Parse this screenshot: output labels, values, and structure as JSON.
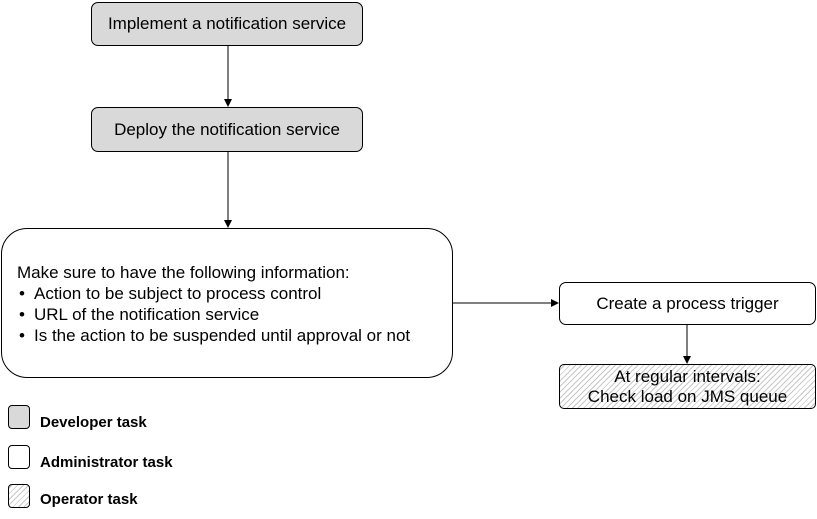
{
  "boxes": {
    "implement": "Implement a notification service",
    "deploy": "Deploy the notification service",
    "info": {
      "heading": "Make sure to have the following information:",
      "items": [
        "Action to be subject to process control",
        "URL of the notification service",
        "Is the action to be suspended until approval or not"
      ]
    },
    "trigger": "Create a process trigger",
    "check": {
      "line1": "At regular intervals:",
      "line2": "Check load on JMS queue"
    }
  },
  "legend": [
    {
      "label": "Developer task",
      "fill": "#d9d9d9"
    },
    {
      "label": "Administrator task",
      "fill": "#ffffff"
    },
    {
      "label": "Operator task",
      "fill": "hatched"
    }
  ],
  "colors": {
    "developer": "#d9d9d9",
    "administrator": "#ffffff",
    "operator_hatch": "#c8c8c8",
    "line": "#000000"
  }
}
